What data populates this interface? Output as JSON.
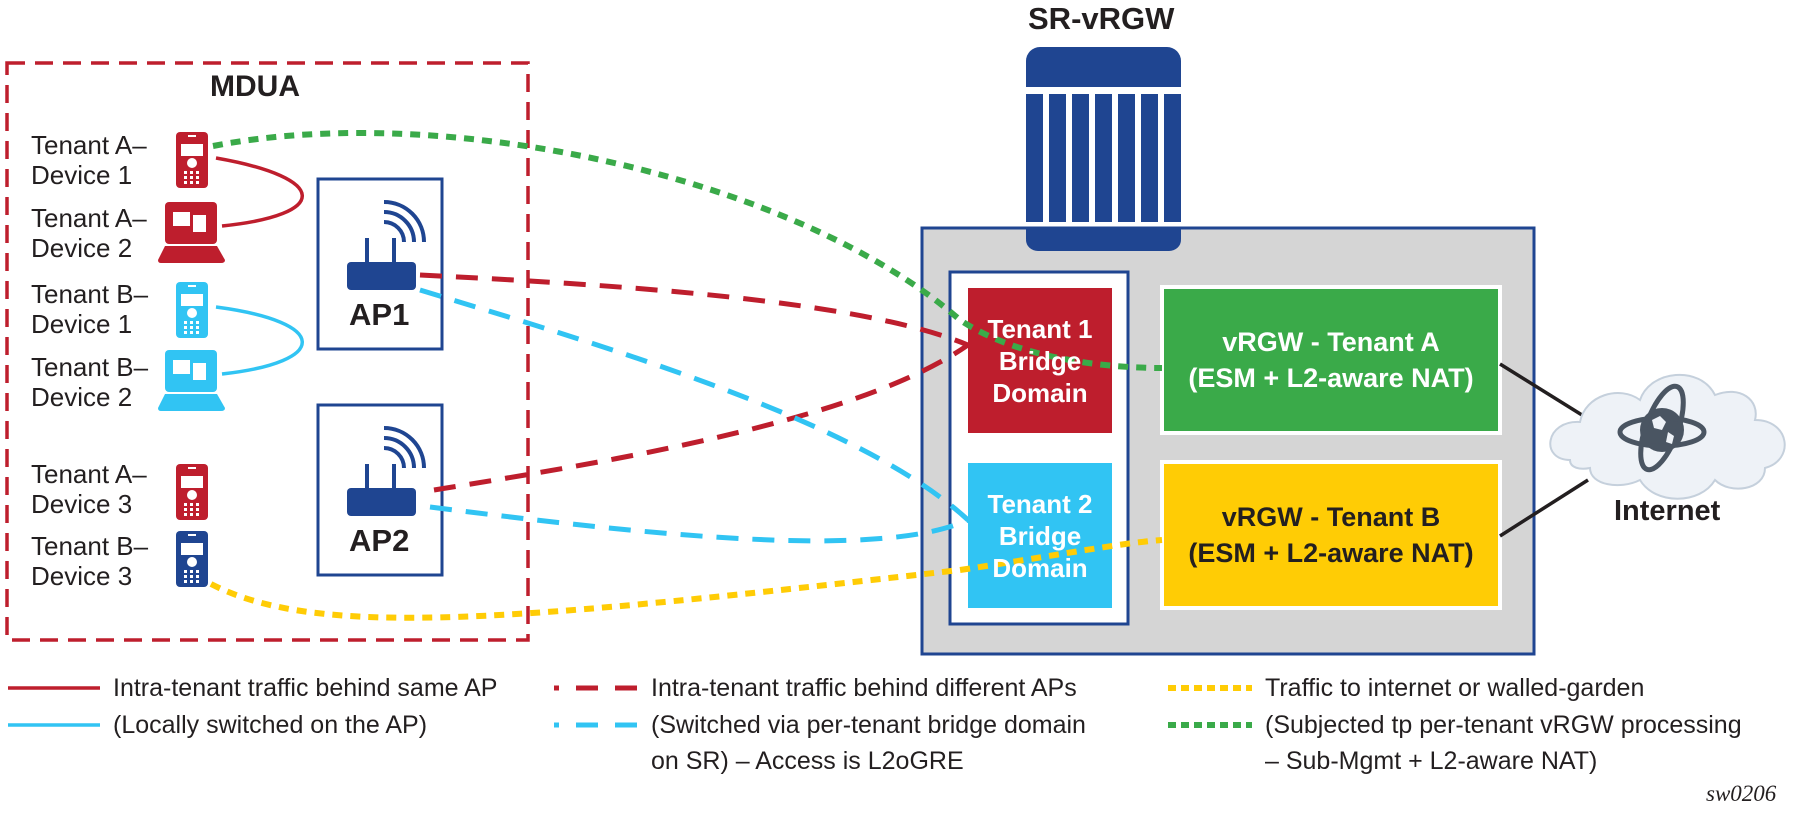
{
  "colors": {
    "red": "#be1e2d",
    "cyan": "#31c4f3",
    "navy": "#1f4591",
    "green": "#3aaa49",
    "yellow": "#ffcc05",
    "gray_panel": "#d5d5d5",
    "cloud": "#eef2f7",
    "globe": "#4a5562",
    "text": "#231f20"
  },
  "mdua": {
    "title": "MDUA",
    "devices": [
      {
        "line1": "Tenant A–",
        "line2": "Device 1",
        "type": "phone",
        "tenant": "A"
      },
      {
        "line1": "Tenant A–",
        "line2": "Device 2",
        "type": "laptop",
        "tenant": "A"
      },
      {
        "line1": "Tenant B–",
        "line2": "Device 1",
        "type": "phone",
        "tenant": "B"
      },
      {
        "line1": "Tenant B–",
        "line2": "Device 2",
        "type": "laptop",
        "tenant": "B"
      },
      {
        "line1": "Tenant A–",
        "line2": "Device 3",
        "type": "phone",
        "tenant": "A"
      },
      {
        "line1": "Tenant B–",
        "line2": "Device 3",
        "type": "phone",
        "tenant": "B"
      }
    ],
    "access_points": [
      {
        "label": "AP1"
      },
      {
        "label": "AP2"
      }
    ]
  },
  "gateway": {
    "title": "SR-vRGW",
    "bridge_domains": [
      {
        "line1": "Tenant 1",
        "line2": "Bridge",
        "line3": "Domain"
      },
      {
        "line1": "Tenant 2",
        "line2": "Bridge",
        "line3": "Domain"
      }
    ],
    "vrgw": [
      {
        "line1": "vRGW - Tenant A",
        "line2": "(ESM + L2-aware NAT)"
      },
      {
        "line1": "vRGW - Tenant B",
        "line2": "(ESM + L2-aware NAT)"
      }
    ]
  },
  "internet": {
    "label": "Internet",
    "icon": "globe-icon"
  },
  "legend": {
    "solid": {
      "line1": "Intra-tenant traffic behind same AP",
      "line2": "(Locally switched on the AP)"
    },
    "dashed": {
      "line1": "Intra-tenant traffic behind different APs",
      "line2": "(Switched via per-tenant bridge domain",
      "line3": "on SR) – Access is L2oGRE"
    },
    "dotted": {
      "line1": "Traffic to internet or walled-garden",
      "line2": "(Subjected tp per-tenant vRGW processing",
      "line3": "– Sub-Mgmt + L2-aware NAT)"
    }
  },
  "figure_id": "sw0206"
}
